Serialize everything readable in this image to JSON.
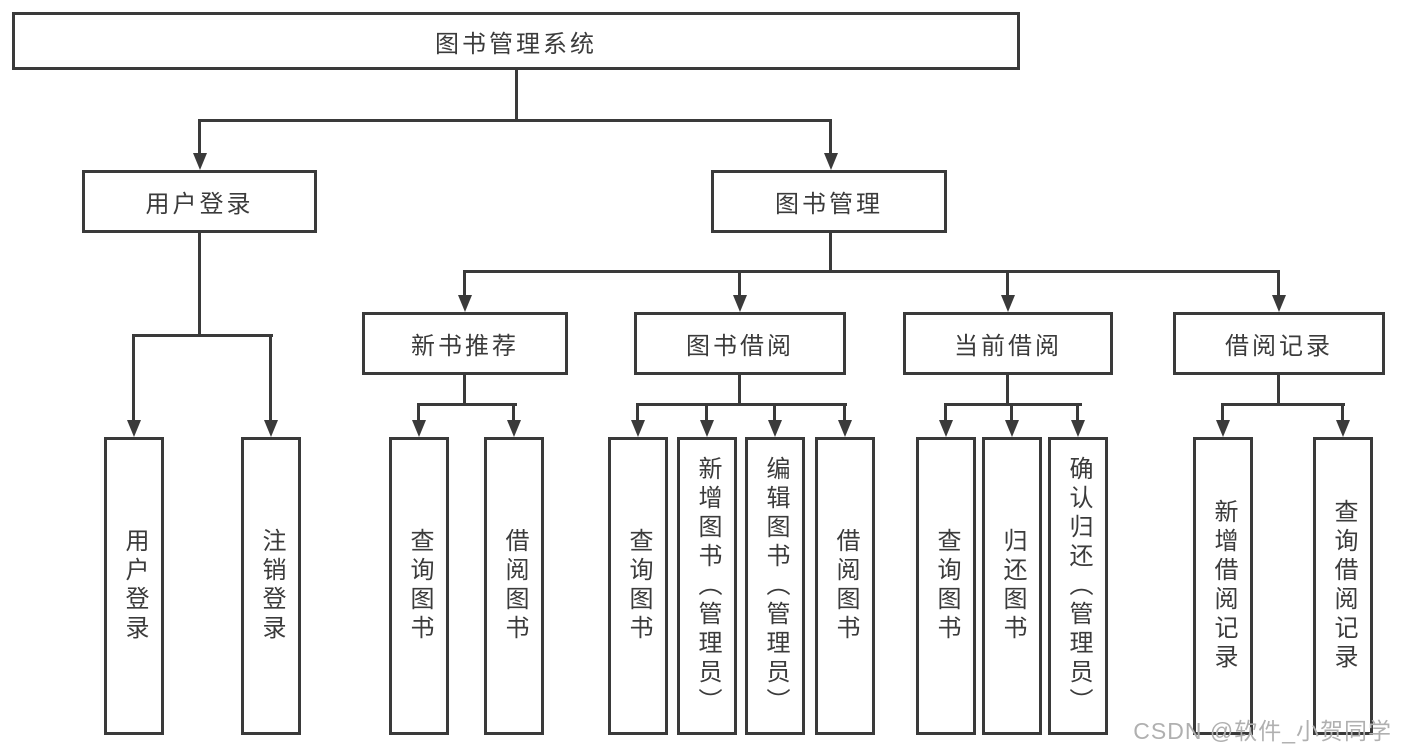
{
  "diagram": {
    "root": {
      "label": "图书管理系统"
    },
    "level2": {
      "user_login": {
        "label": "用户登录"
      },
      "book_mgmt": {
        "label": "图书管理"
      }
    },
    "level3": {
      "new_books": {
        "label": "新书推荐"
      },
      "book_borrow": {
        "label": "图书借阅"
      },
      "current_borrow": {
        "label": "当前借阅"
      },
      "borrow_records": {
        "label": "借阅记录"
      }
    },
    "leaves": {
      "user_login": [
        "用户登录",
        "注销登录"
      ],
      "new_books": [
        "查询图书",
        "借阅图书"
      ],
      "book_borrow": [
        "查询图书",
        "新增图书（管理员）",
        "编辑图书（管理员）",
        "借阅图书"
      ],
      "current_borrow": [
        "查询图书",
        "归还图书",
        "确认归还（管理员）"
      ],
      "borrow_records": [
        "新增借阅记录",
        "查询借阅记录"
      ]
    }
  },
  "watermark": "CSDN @软件_小贺同学",
  "colors": {
    "line": "#3a3a3a",
    "text": "#3b3b3b",
    "watermark": "#b0b0b0",
    "background": "#ffffff"
  }
}
